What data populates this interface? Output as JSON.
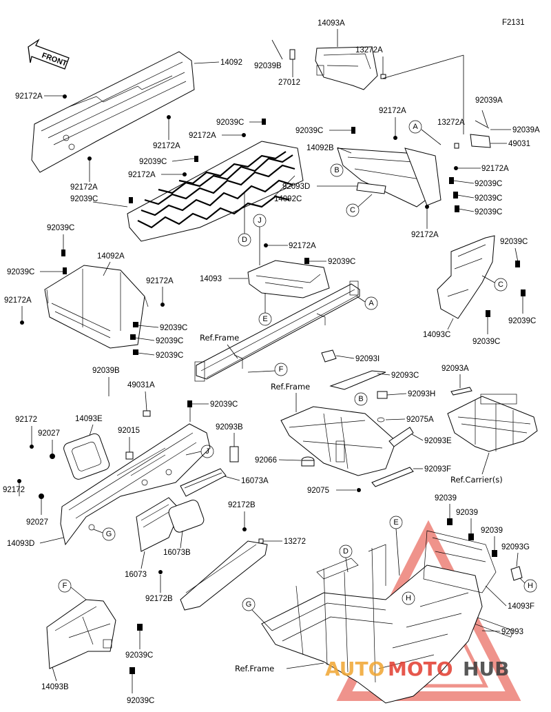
{
  "figure_code": "F2131",
  "front_label": "FRONT",
  "callouts": [
    "A",
    "B",
    "C",
    "D",
    "E",
    "F",
    "G",
    "H",
    "J"
  ],
  "parts": {
    "p14092": "14092",
    "p14092A": "14092A",
    "p14092B": "14092B",
    "p14092C": "14092C",
    "p14093": "14093",
    "p14093A": "14093A",
    "p14093B": "14093B",
    "p14093C": "14093C",
    "p14093D": "14093D",
    "p14093E": "14093E",
    "p14093F": "14093F",
    "p13272": "13272",
    "p13272A": "13272A",
    "p16073": "16073",
    "p16073A": "16073A",
    "p16073B": "16073B",
    "p27012": "27012",
    "p49031": "49031",
    "p49031A": "49031A",
    "p92015": "92015",
    "p92027": "92027",
    "p92039": "92039",
    "p92039A": "92039A",
    "p92039B": "92039B",
    "p92039C": "92039C",
    "p92066": "92066",
    "p92075": "92075",
    "p92075A": "92075A",
    "p92093": "92093",
    "p92093A": "92093A",
    "p92093B": "92093B",
    "p92093C": "92093C",
    "p92093D": "92093D",
    "p92093E": "92093E",
    "p92093F": "92093F",
    "p92093G": "92093G",
    "p92093H": "92093H",
    "p92093I": "92093I",
    "p92172": "92172",
    "p92172A": "92172A",
    "p92172B": "92172B"
  },
  "refs": {
    "frame": "Ref.Frame",
    "carrier": "Ref.Carrier(s)"
  },
  "watermark": {
    "text_auto": "AUTO",
    "text_moto": "MOTO",
    "text_hub": "HUB",
    "accent_color": "#e23b2e",
    "orange_color": "#f0a531",
    "dark_color": "#3a3a3a"
  }
}
